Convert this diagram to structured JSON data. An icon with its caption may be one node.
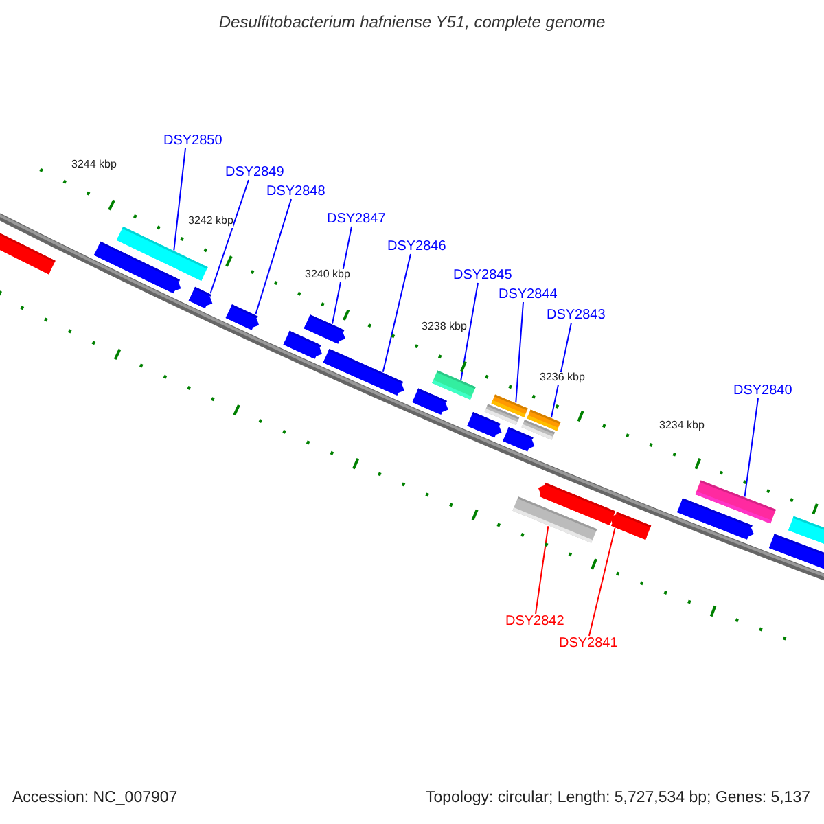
{
  "diagram": {
    "title": "Desulfitobacterium hafniense Y51, complete genome",
    "nodes": [
      {
        "text": [
          "DSY2850"
        ]
      },
      {
        "text": [
          "DSY2849"
        ]
      },
      {
        "text": [
          "DSY2848"
        ]
      },
      {
        "text": [
          "DSY2847"
        ]
      },
      {
        "text": [
          "DSY2846"
        ]
      },
      {
        "text": [
          "DSY2845"
        ]
      },
      {
        "text": [
          "DSY2844"
        ]
      },
      {
        "text": [
          "DSY2843"
        ]
      },
      {
        "text": [
          "DSY2840"
        ]
      },
      {
        "text": [
          "DSY2842"
        ]
      },
      {
        "text": [
          "DSY2841"
        ]
      },
      {
        "text": [],
        "shape": "arrow"
      },
      {
        "text": [],
        "shape": "arrow"
      },
      {
        "text": [],
        "shape": "bar"
      },
      {
        "text": [],
        "shape": "arrow"
      },
      {
        "text": [],
        "shape": "arrow"
      },
      {
        "text": [],
        "shape": "arrow"
      },
      {
        "text": [],
        "shape": "arrow"
      },
      {
        "text": [],
        "shape": "arrow"
      },
      {
        "text": [],
        "shape": "arrow"
      },
      {
        "text": [],
        "shape": "bar"
      },
      {
        "text": [],
        "shape": "arrow"
      },
      {
        "text": [],
        "shape": "bar"
      },
      {
        "text": [],
        "shape": "bar"
      },
      {
        "text": [],
        "shape": "arrow"
      },
      {
        "text": [],
        "shape": "bar"
      },
      {
        "text": [],
        "shape": "bar"
      },
      {
        "text": [],
        "shape": "bar"
      },
      {
        "text": [],
        "shape": "arrow"
      },
      {
        "text": [],
        "shape": "arrow"
      },
      {
        "text": [],
        "shape": "arrow"
      },
      {
        "text": [],
        "shape": "bar"
      },
      {
        "text": [],
        "shape": "arrow"
      },
      {
        "text": [],
        "shape": "bar"
      }
    ],
    "edges": [
      {
        "from": 0,
        "to": 13,
        "arrow": "none"
      },
      {
        "from": 1,
        "to": 14,
        "arrow": "none"
      },
      {
        "from": 2,
        "to": 15,
        "arrow": "none"
      },
      {
        "from": 3,
        "to": 17,
        "arrow": "none"
      },
      {
        "from": 4,
        "to": 18,
        "arrow": "none"
      },
      {
        "from": 5,
        "to": 20,
        "arrow": "none"
      },
      {
        "from": 6,
        "to": 23,
        "arrow": "none"
      },
      {
        "from": 7,
        "to": 26,
        "arrow": "none"
      },
      {
        "from": 8,
        "to": 31,
        "arrow": "none"
      },
      {
        "from": 9,
        "to": 27,
        "arrow": "none",
        "color": "#ff0000"
      },
      {
        "from": 10,
        "to": 29,
        "arrow": "none",
        "color": "#ff0000"
      }
    ],
    "labels": [
      "3244 kbp",
      "3242 kbp",
      "3240 kbp",
      "3238 kbp",
      "3236 kbp",
      "3234 kbp",
      "Accession: NC_007907",
      "Topology: circular; Length: 5,727,534 bp; Genes: 5,137"
    ]
  }
}
